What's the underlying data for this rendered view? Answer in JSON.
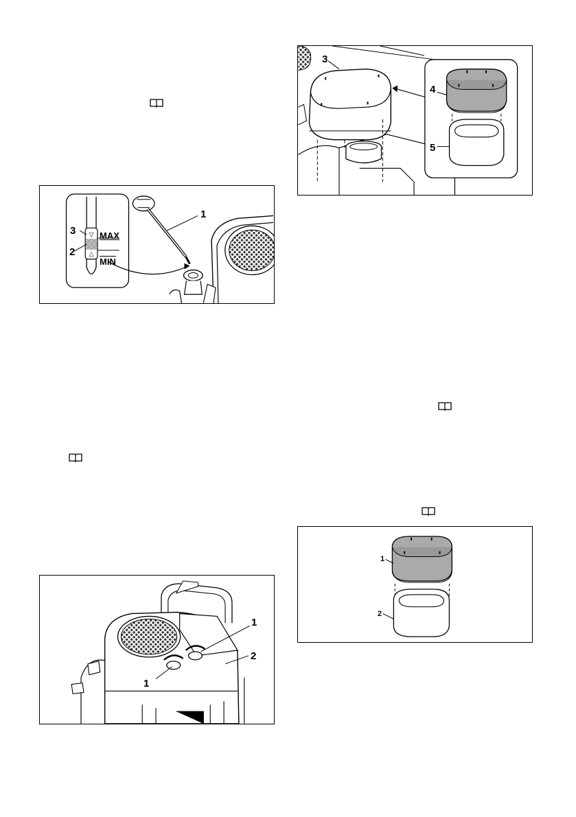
{
  "icons": {
    "book": "manual-reference-icon"
  },
  "figure_dipstick": {
    "callouts": {
      "dipstick": "1",
      "full_band": "2",
      "max_marker": "3"
    },
    "marks": {
      "max": "MAX",
      "min": "MIN"
    }
  },
  "figure_engine_caps": {
    "callouts": {
      "cap_left": "1",
      "cap_right": "1",
      "cover": "2"
    }
  },
  "figure_air_filter": {
    "callouts": {
      "cover": "3",
      "paper_element": "4",
      "foam_prefilter": "5"
    }
  },
  "figure_filter_parts": {
    "callouts": {
      "paper_element": "1",
      "foam_prefilter": "2"
    }
  }
}
